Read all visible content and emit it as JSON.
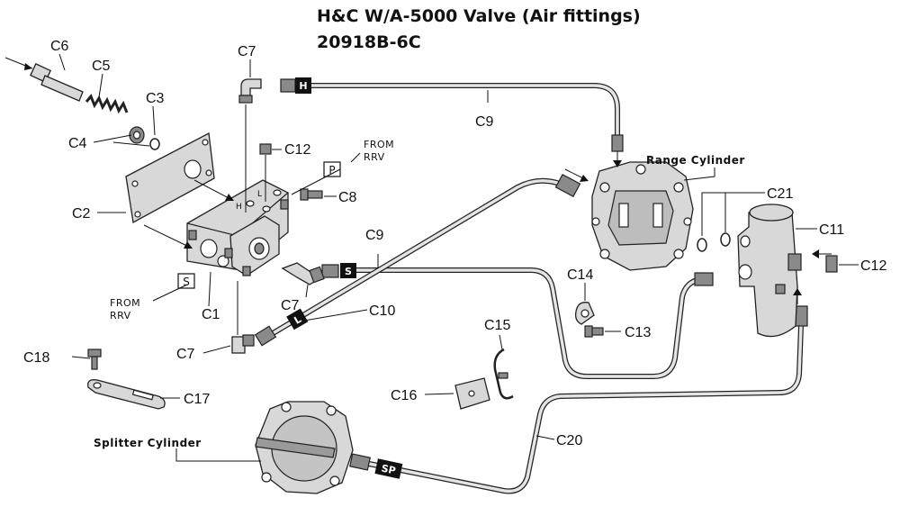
{
  "title": {
    "line1": "H&C W/A-5000 Valve (Air fittings)",
    "line2": "20918B-6C"
  },
  "labels": {
    "c1": "C1",
    "c2": "C2",
    "c3": "C3",
    "c4": "C4",
    "c5": "C5",
    "c6": "C6",
    "c7_top": "C7",
    "c7_mid": "C7",
    "c7_low": "C7",
    "c8": "C8",
    "c9_top": "C9",
    "c9_mid": "C9",
    "c10": "C10",
    "c11": "C11",
    "c12_top": "C12",
    "c12_right": "C12",
    "c13": "C13",
    "c14": "C14",
    "c15": "C15",
    "c16": "C16",
    "c17": "C17",
    "c18": "C18",
    "c20": "C20",
    "c21": "C21"
  },
  "callouts": {
    "range_cylinder": "Range Cylinder",
    "splitter_cylinder": "Splitter Cylinder",
    "from_rrv_top_1": "FROM",
    "from_rrv_top_2": "RRV",
    "from_rrv_left_1": "FROM",
    "from_rrv_left_2": "RRV"
  },
  "port_boxes": {
    "p": "P",
    "s": "S"
  },
  "port_letters": {
    "h": "H",
    "l": "L"
  },
  "line_tags": {
    "h": "H",
    "s": "S",
    "l": "L",
    "sp": "SP"
  }
}
